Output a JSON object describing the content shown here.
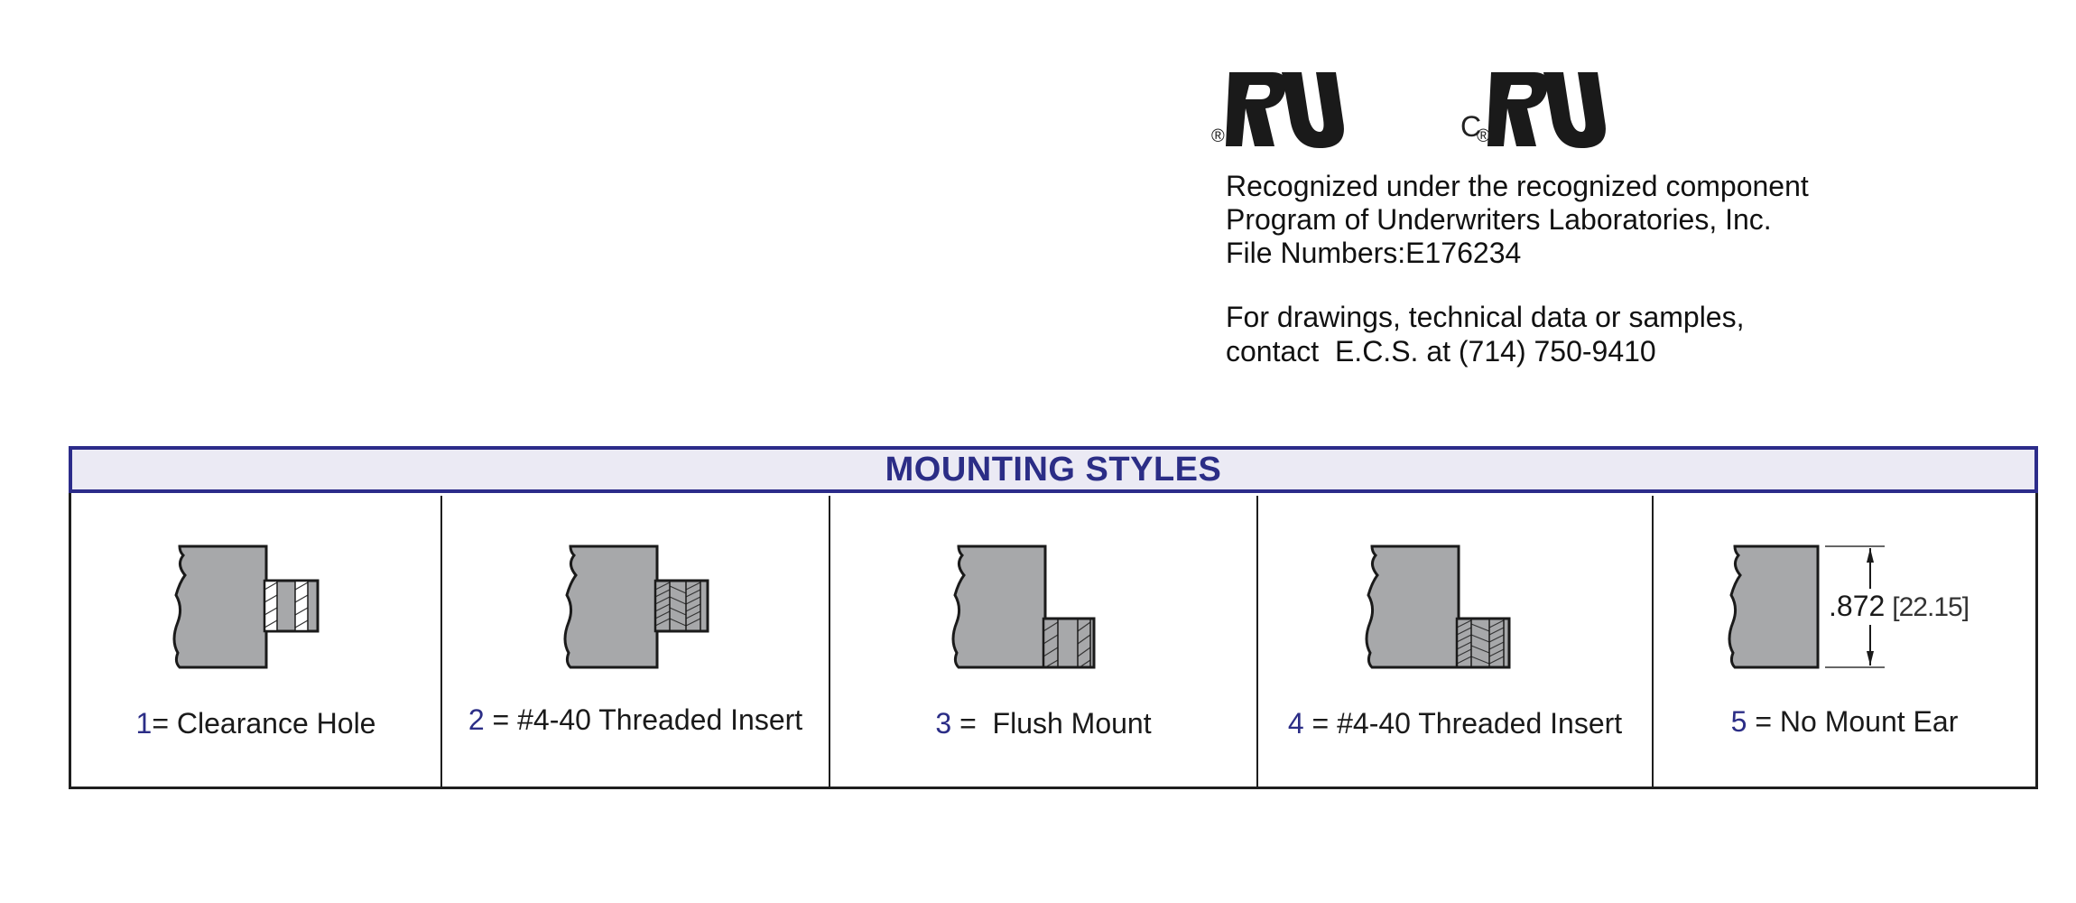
{
  "certification": {
    "logos": [
      {
        "name": "ul-recognized-mark",
        "registered_symbol": "®"
      },
      {
        "name": "c-ul-recognized-mark",
        "prefix": "C",
        "registered_symbol": "®"
      }
    ],
    "lines": [
      "Recognized under the recognized component",
      "Program of Underwriters Laboratories, Inc.",
      "File Numbers:E176234"
    ]
  },
  "contact": {
    "lines": [
      "For drawings, technical data or samples,",
      "contact  E.C.S. at (714) 750-9410"
    ]
  },
  "mounting_styles": {
    "title": "MOUNTING STYLES",
    "items": [
      {
        "number": "1",
        "text": "= Clearance Hole"
      },
      {
        "number": "2",
        "text": " = #4-40 Threaded Insert"
      },
      {
        "number": "3",
        "text": " =  Flush Mount"
      },
      {
        "number": "4",
        "text": " = #4-40 Threaded Insert"
      },
      {
        "number": "5",
        "text": " = No Mount Ear",
        "dimension": ".872",
        "dimension_metric": "[22.15]"
      }
    ]
  },
  "colors": {
    "accent_navy": "#2b2d86",
    "header_fill": "#ebeaf4",
    "part_gray": "#a7a8aa"
  }
}
